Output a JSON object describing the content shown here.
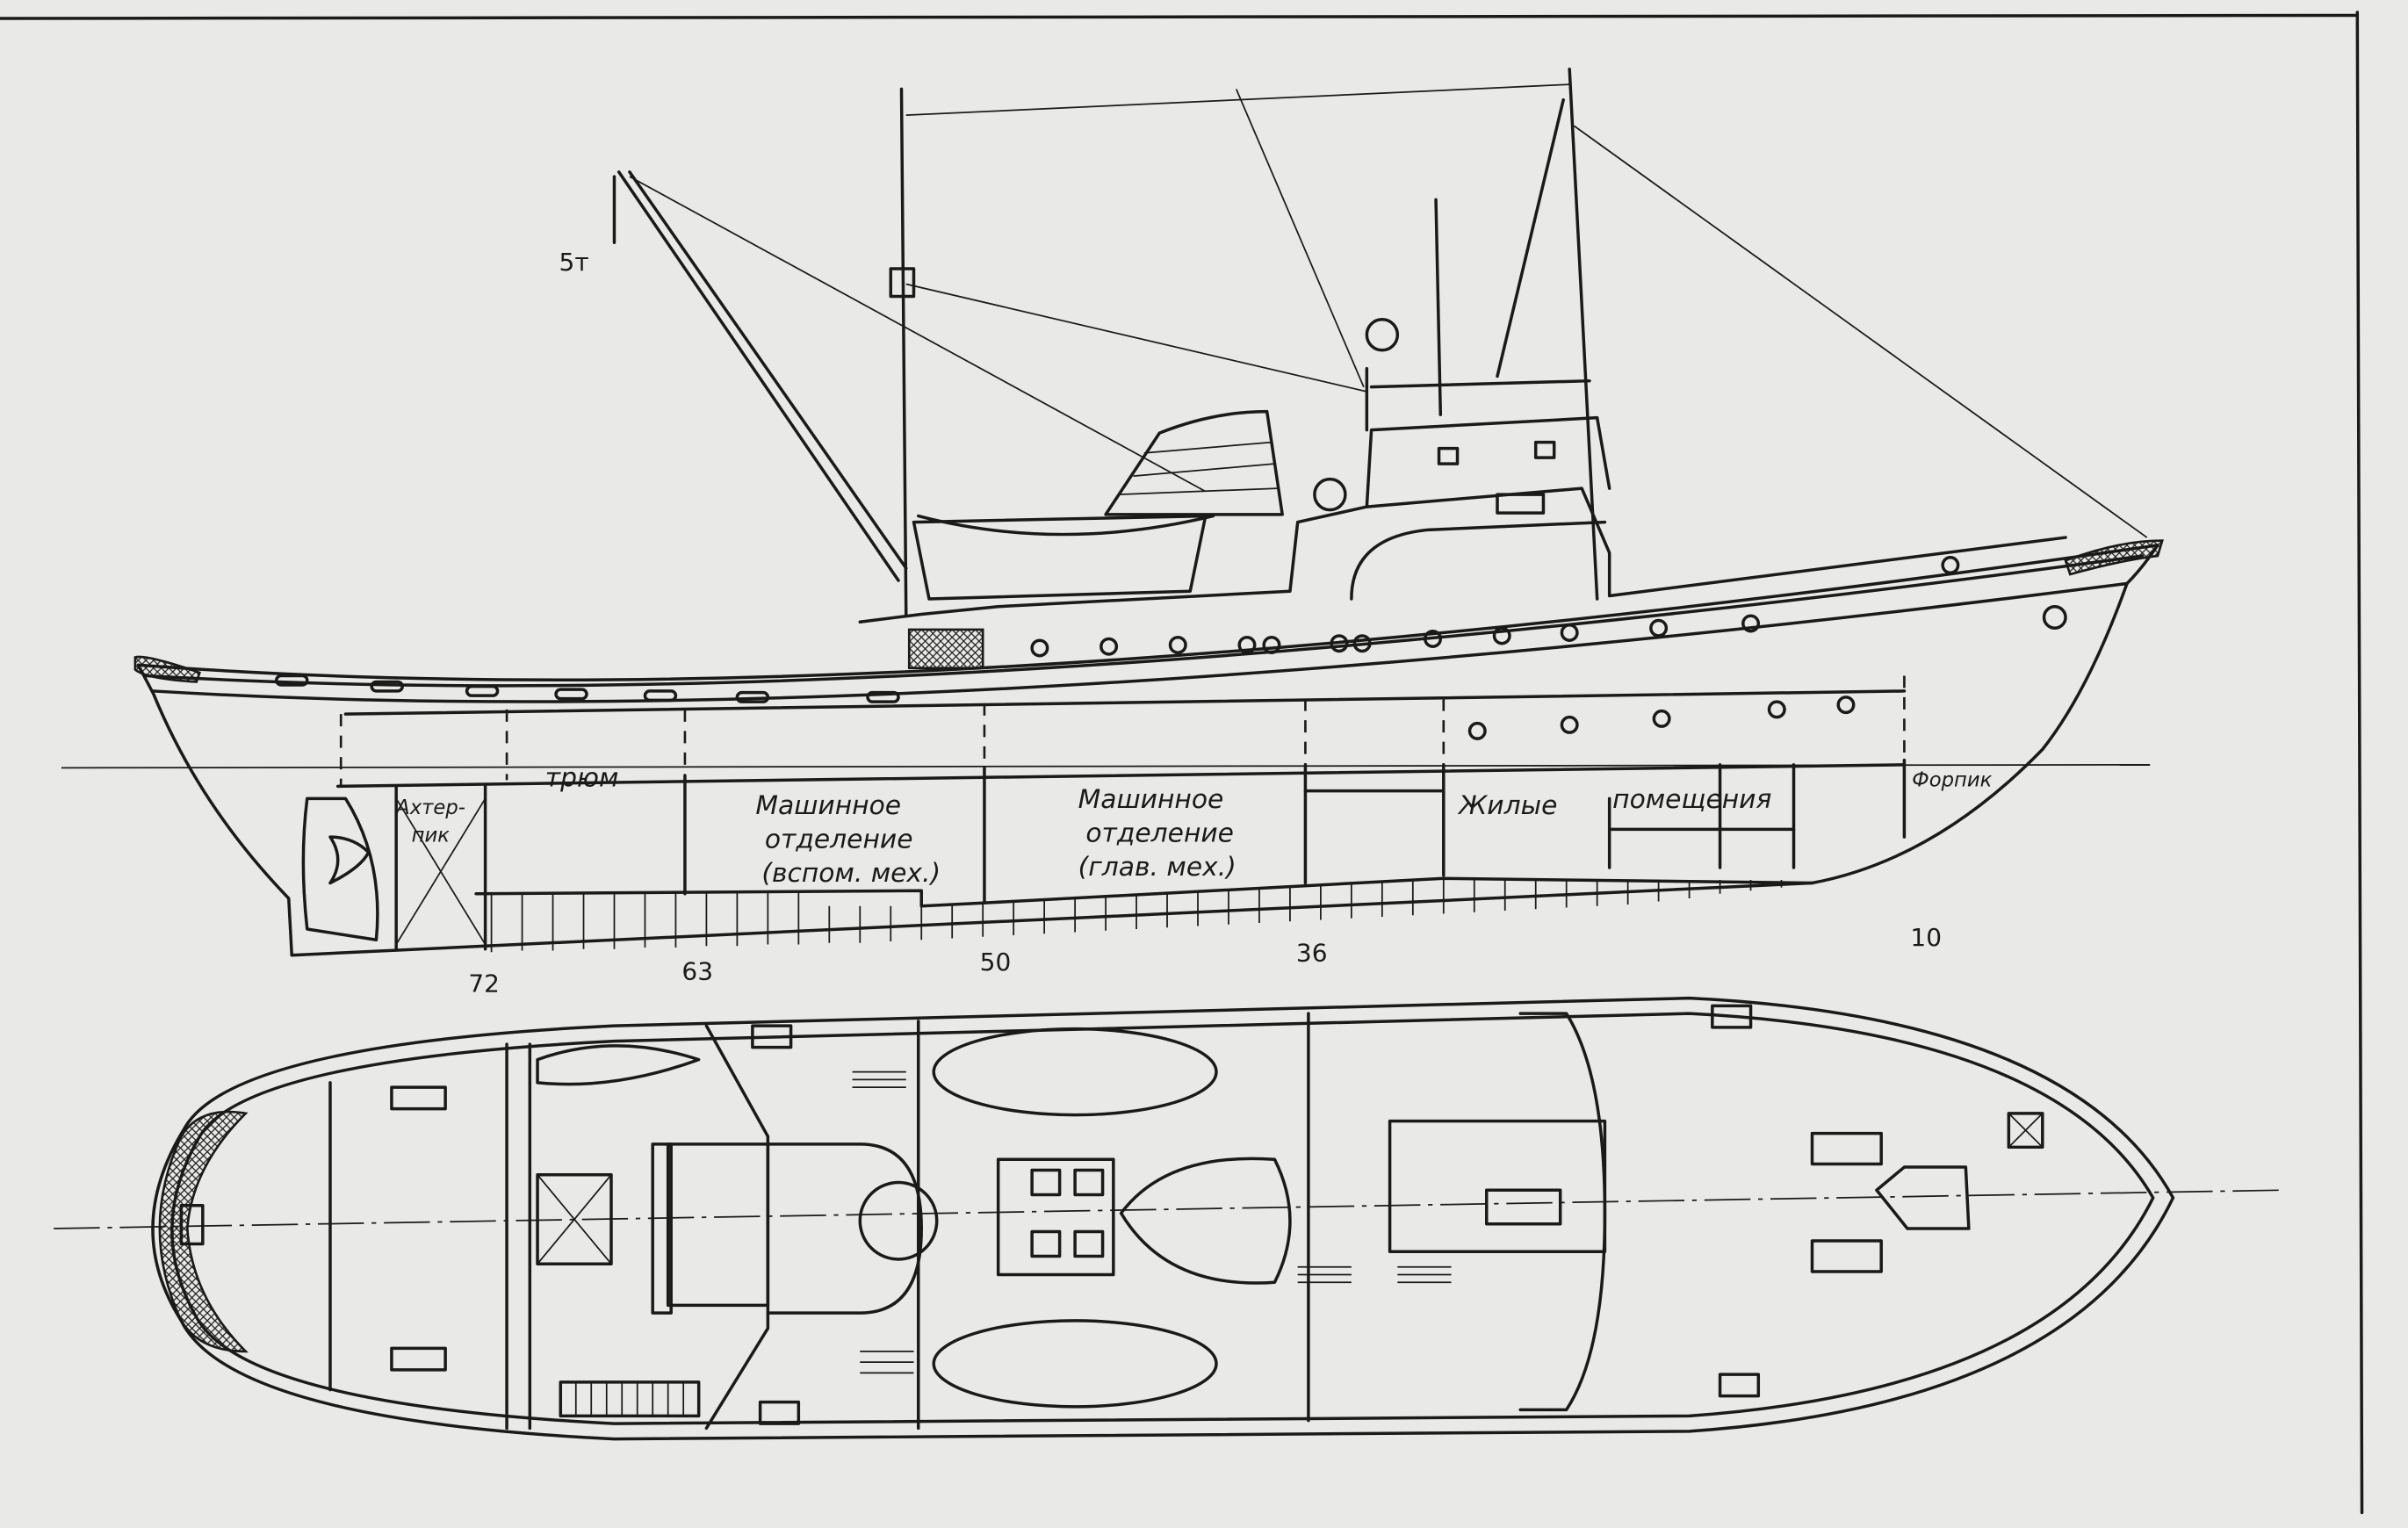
{
  "drawing": {
    "title": "Tugboat general arrangement — profile and deck plan",
    "crane_load": "5т",
    "compartments": {
      "hold": "трюм",
      "afterpeak_line1": "Ахтер-",
      "afterpeak_line2": "пик",
      "aux_engine_line1": "Машинное",
      "aux_engine_line2": "отделение",
      "aux_engine_line3": "(вспом. мех.)",
      "main_engine_line1": "Машинное",
      "main_engine_line2": "отделение",
      "main_engine_line3": "(глав. мех.)",
      "living_line1": "Жилые",
      "living_line2": "помещения",
      "forepeak": "Форпик"
    },
    "frame_numbers": [
      "72",
      "63",
      "50",
      "36",
      "10"
    ]
  }
}
